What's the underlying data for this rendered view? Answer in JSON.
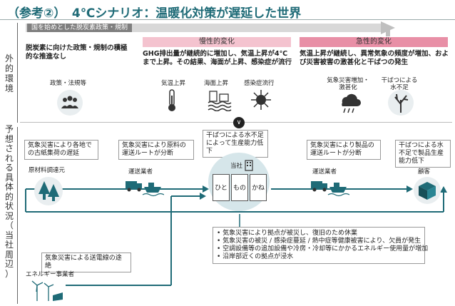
{
  "title": "（参考②）　4℃シナリオ：温暖化対策が遅延した世界",
  "side_labels": {
    "external": [
      "外",
      "的",
      "環",
      "境"
    ],
    "predicted": [
      "予",
      "想",
      "さ",
      "れ",
      "る",
      "具",
      "体",
      "的",
      "状",
      "況",
      "（",
      "当",
      "社",
      "周",
      "辺",
      "）"
    ]
  },
  "policy_banner": "国を始めとした脱炭素政策・規制",
  "stage1": {
    "head": "慢性的変化",
    "text": "GHG排出量が継続的に増加し、気温上昇が4℃まで上昇。その結果、海面が上昇、感染症が流行"
  },
  "stage2": {
    "head": "急性的変化",
    "text": "気温上昇が継続し、異常気象の頻度が増加、および災害被害の激甚化と干ばつの発生"
  },
  "policy_text": "脱炭素に向けた政策・規制の積極的な推進なし",
  "icons": [
    {
      "label": "政策・法規等",
      "icon": "people-icon"
    },
    {
      "label": "気温上昇",
      "icon": "thermometer-icon"
    },
    {
      "label": "海面上昇",
      "icon": "sea-level-icon"
    },
    {
      "label": "感染症流行",
      "icon": "virus-icon"
    },
    {
      "label": "気象災害増加・激甚化",
      "icon": "storm-icon"
    },
    {
      "label": "干ばつによる水不足",
      "icon": "dead-tree-icon"
    }
  ],
  "chain": {
    "raw": "原材料調達元",
    "transport1": "運送業者",
    "company": "当社",
    "company_items": [
      "ひと",
      "もの",
      "かね"
    ],
    "transport2": "運送業者",
    "customer": "顧客",
    "energy": "エネルギー事業者"
  },
  "notes": {
    "raw": "気象災害により各地での古紙集荷の遅延",
    "transport1": "気象災害により原料の運送ルートが分断",
    "company": "干ばつによる水不足によって生産能力低下",
    "transport2": "気象災害により製品の運送ルートが分断",
    "customer": "干ばつによる水不足で製品生産能力低下",
    "energy": "気象災害による送電線の途絶",
    "bottom": [
      "気象災害により拠点が被災し、復旧のため休業",
      "気象災害の被災 / 感染症蔓延 / 熱中症等健康被害により、欠員が発生",
      "空調設備等の追加設備や冷房・冷却等にかかるエネルギー使用量が増加",
      "沿岸部近くの拠点が浸水"
    ]
  },
  "colors": {
    "accent": "#1f6b77",
    "pink": "#f2b8c6",
    "pink_light": "#fbe1e8"
  }
}
